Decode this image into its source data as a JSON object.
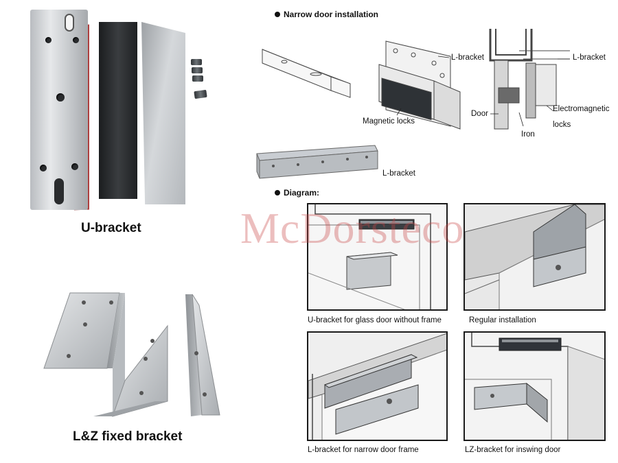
{
  "products": {
    "u_bracket_caption": "U-bracket",
    "lz_bracket_caption": "L&Z fixed bracket"
  },
  "narrow_install": {
    "heading": "Narrow door installation",
    "labels": {
      "l_bracket_top": "L-bracket",
      "magnetic_locks": "Magnetic locks",
      "l_bracket_right": "L-bracket",
      "door": "Door",
      "electromagnetic": "Electromagnetic",
      "locks": "locks",
      "iron": "Iron",
      "l_bracket_bottom": "L-bracket"
    }
  },
  "diagram": {
    "heading": "Diagram:",
    "panels": [
      {
        "caption": "U-bracket for glass door without frame"
      },
      {
        "caption": "Regular installation"
      },
      {
        "caption": "L-bracket for narrow door frame"
      },
      {
        "caption": "LZ-bracket for inswing door"
      }
    ]
  },
  "watermark": "McDorsteco"
}
